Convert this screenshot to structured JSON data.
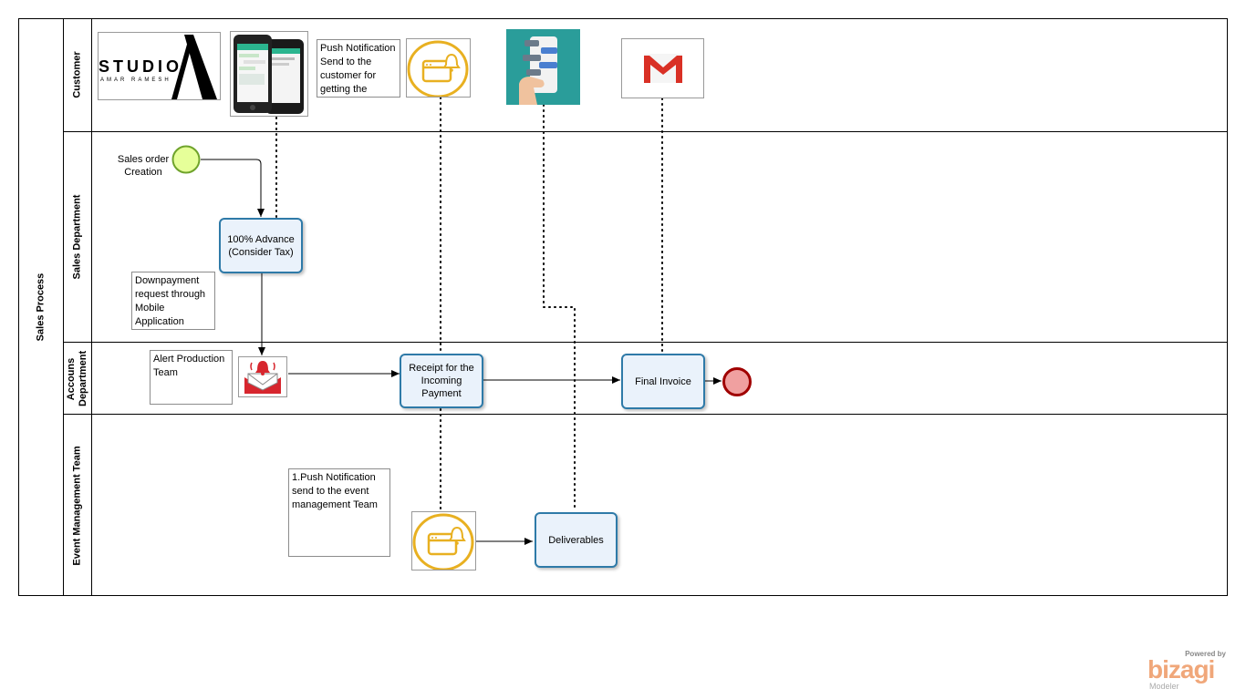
{
  "pool": {
    "label": "Sales Process"
  },
  "lanes": [
    {
      "label": "Customer"
    },
    {
      "label": "Sales Department"
    },
    {
      "label": "Accouns Department"
    },
    {
      "label": "Event Management Team"
    }
  ],
  "start_event": {
    "label": "Sales order Creation"
  },
  "tasks": {
    "advance": "100% Advance (Consider Tax)",
    "receipt": "Receipt for the Incoming Payment",
    "final_invoice": "Final Invoice",
    "deliverables": "Deliverables"
  },
  "notes": {
    "push_customer": "Push Notification Send to the customer for getting the",
    "downpayment": "Downpayment request through Mobile Application",
    "alert_production": "Alert Production Team",
    "push_event": "1.Push Notification send to the event management Team"
  },
  "logo": {
    "studio": "STUDIO",
    "name": "AMAR RAMESH"
  },
  "watermark": {
    "powered": "Powered by",
    "brand": "bizagi",
    "product": "Modeler"
  },
  "colors": {
    "start_fill": "#e6ff99",
    "start_stroke": "#6fa32b",
    "end_fill": "#f0a0a0",
    "end_stroke": "#a00000",
    "task_border": "#2e7aa8",
    "notify_ring": "#e8b021",
    "gmail_red": "#d93025"
  },
  "icons": [
    "phone-app-icon",
    "notification-icon",
    "chat-phone-icon",
    "gmail-icon",
    "alert-mail-icon"
  ]
}
